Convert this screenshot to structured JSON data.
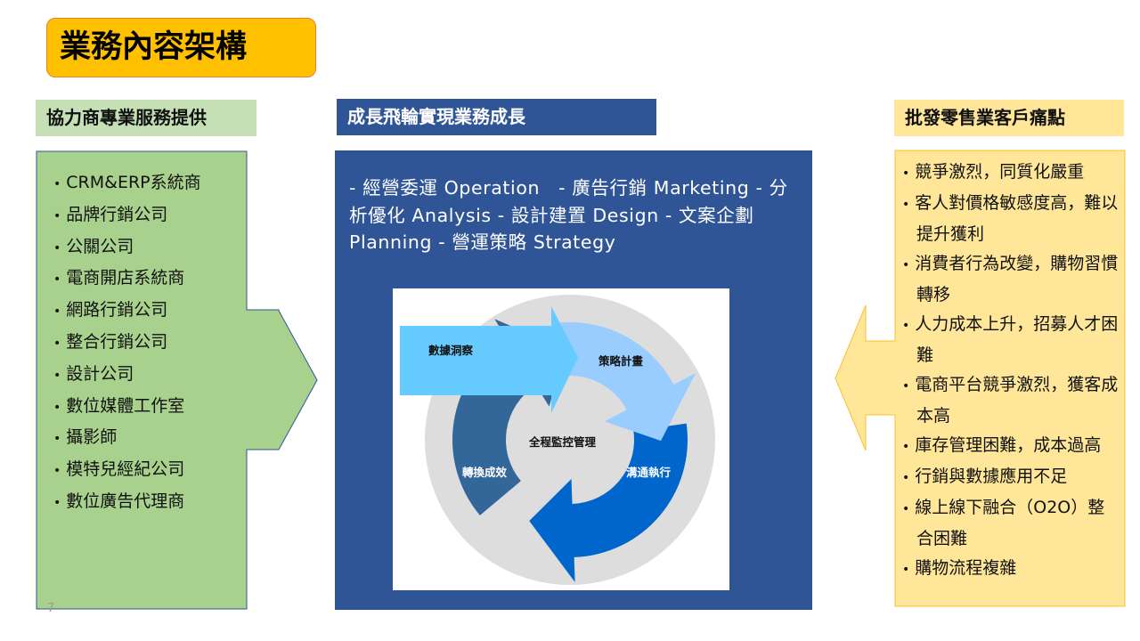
{
  "title": "業務內容架構",
  "left": {
    "header": "協力商專業服務提供",
    "items": [
      "CRM&ERP系統商",
      "品牌行銷公司",
      "公關公司",
      "電商開店系統商",
      "網路行銷公司",
      "整合行銷公司",
      "設計公司",
      "數位媒體工作室",
      "攝影師",
      "模特兒經紀公司",
      "數位廣告代理商"
    ]
  },
  "center": {
    "header": "成長飛輪實現業務成長",
    "text": "- 經營委運 Operation　- 廣告行銷 Marketing - 分析優化 Analysis - 設計建置 Design - 文案企劃 Planning - 營運策略 Strategy",
    "cycle": {
      "center_label": "全程監控管理",
      "steps": [
        "數據洞察",
        "策略計畫",
        "溝通執行",
        "轉換成效"
      ]
    }
  },
  "right": {
    "header": "批發零售業客戶痛點",
    "items": [
      "競爭激烈，同質化嚴重",
      "客人對價格敏感度高，難以提升獲利",
      "消費者行為改變，購物習慣轉移",
      "人力成本上升，招募人才困難",
      "電商平台競爭激烈，獲客成本高",
      "庫存管理困難，成本過高",
      "行銷與數據應用不足",
      "線上線下融合（O2O）整合困難",
      "購物流程複雜"
    ]
  },
  "page_number": "7",
  "colors": {
    "title_bg": "#FFC000",
    "green": "#A9D18E",
    "blue": "#2F5597",
    "yellow": "#FFE699"
  }
}
